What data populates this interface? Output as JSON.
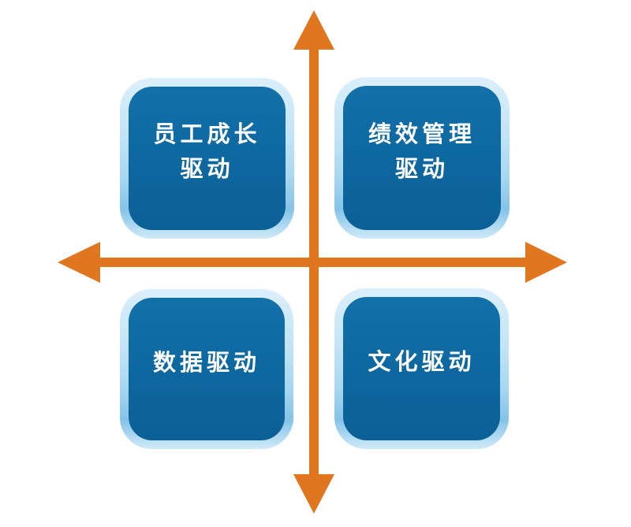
{
  "diagram": {
    "type": "quadrant-matrix",
    "background": "#FFFFFF",
    "colors": {
      "axis_orange": "#E0761D",
      "box_fill": "#0E679F",
      "box_border_light": "#BCE1F5",
      "text": "#FFFFFF",
      "background": "#FFFFFF"
    },
    "axes": {
      "style": "double-headed orange cross arrows",
      "horizontal": "left-right arrow",
      "vertical": "up-down arrow"
    },
    "quadrants": [
      {
        "position": "top-left",
        "label": "员工成长驱动",
        "lines": [
          "员工成长",
          "驱动"
        ]
      },
      {
        "position": "top-right",
        "label": "绩效管理驱动",
        "lines": [
          "绩效管理",
          "驱动"
        ]
      },
      {
        "position": "bottom-left",
        "label": "数据驱动",
        "lines": [
          "数据驱动"
        ]
      },
      {
        "position": "bottom-right",
        "label": "文化驱动",
        "lines": [
          "文化驱动"
        ]
      }
    ]
  }
}
